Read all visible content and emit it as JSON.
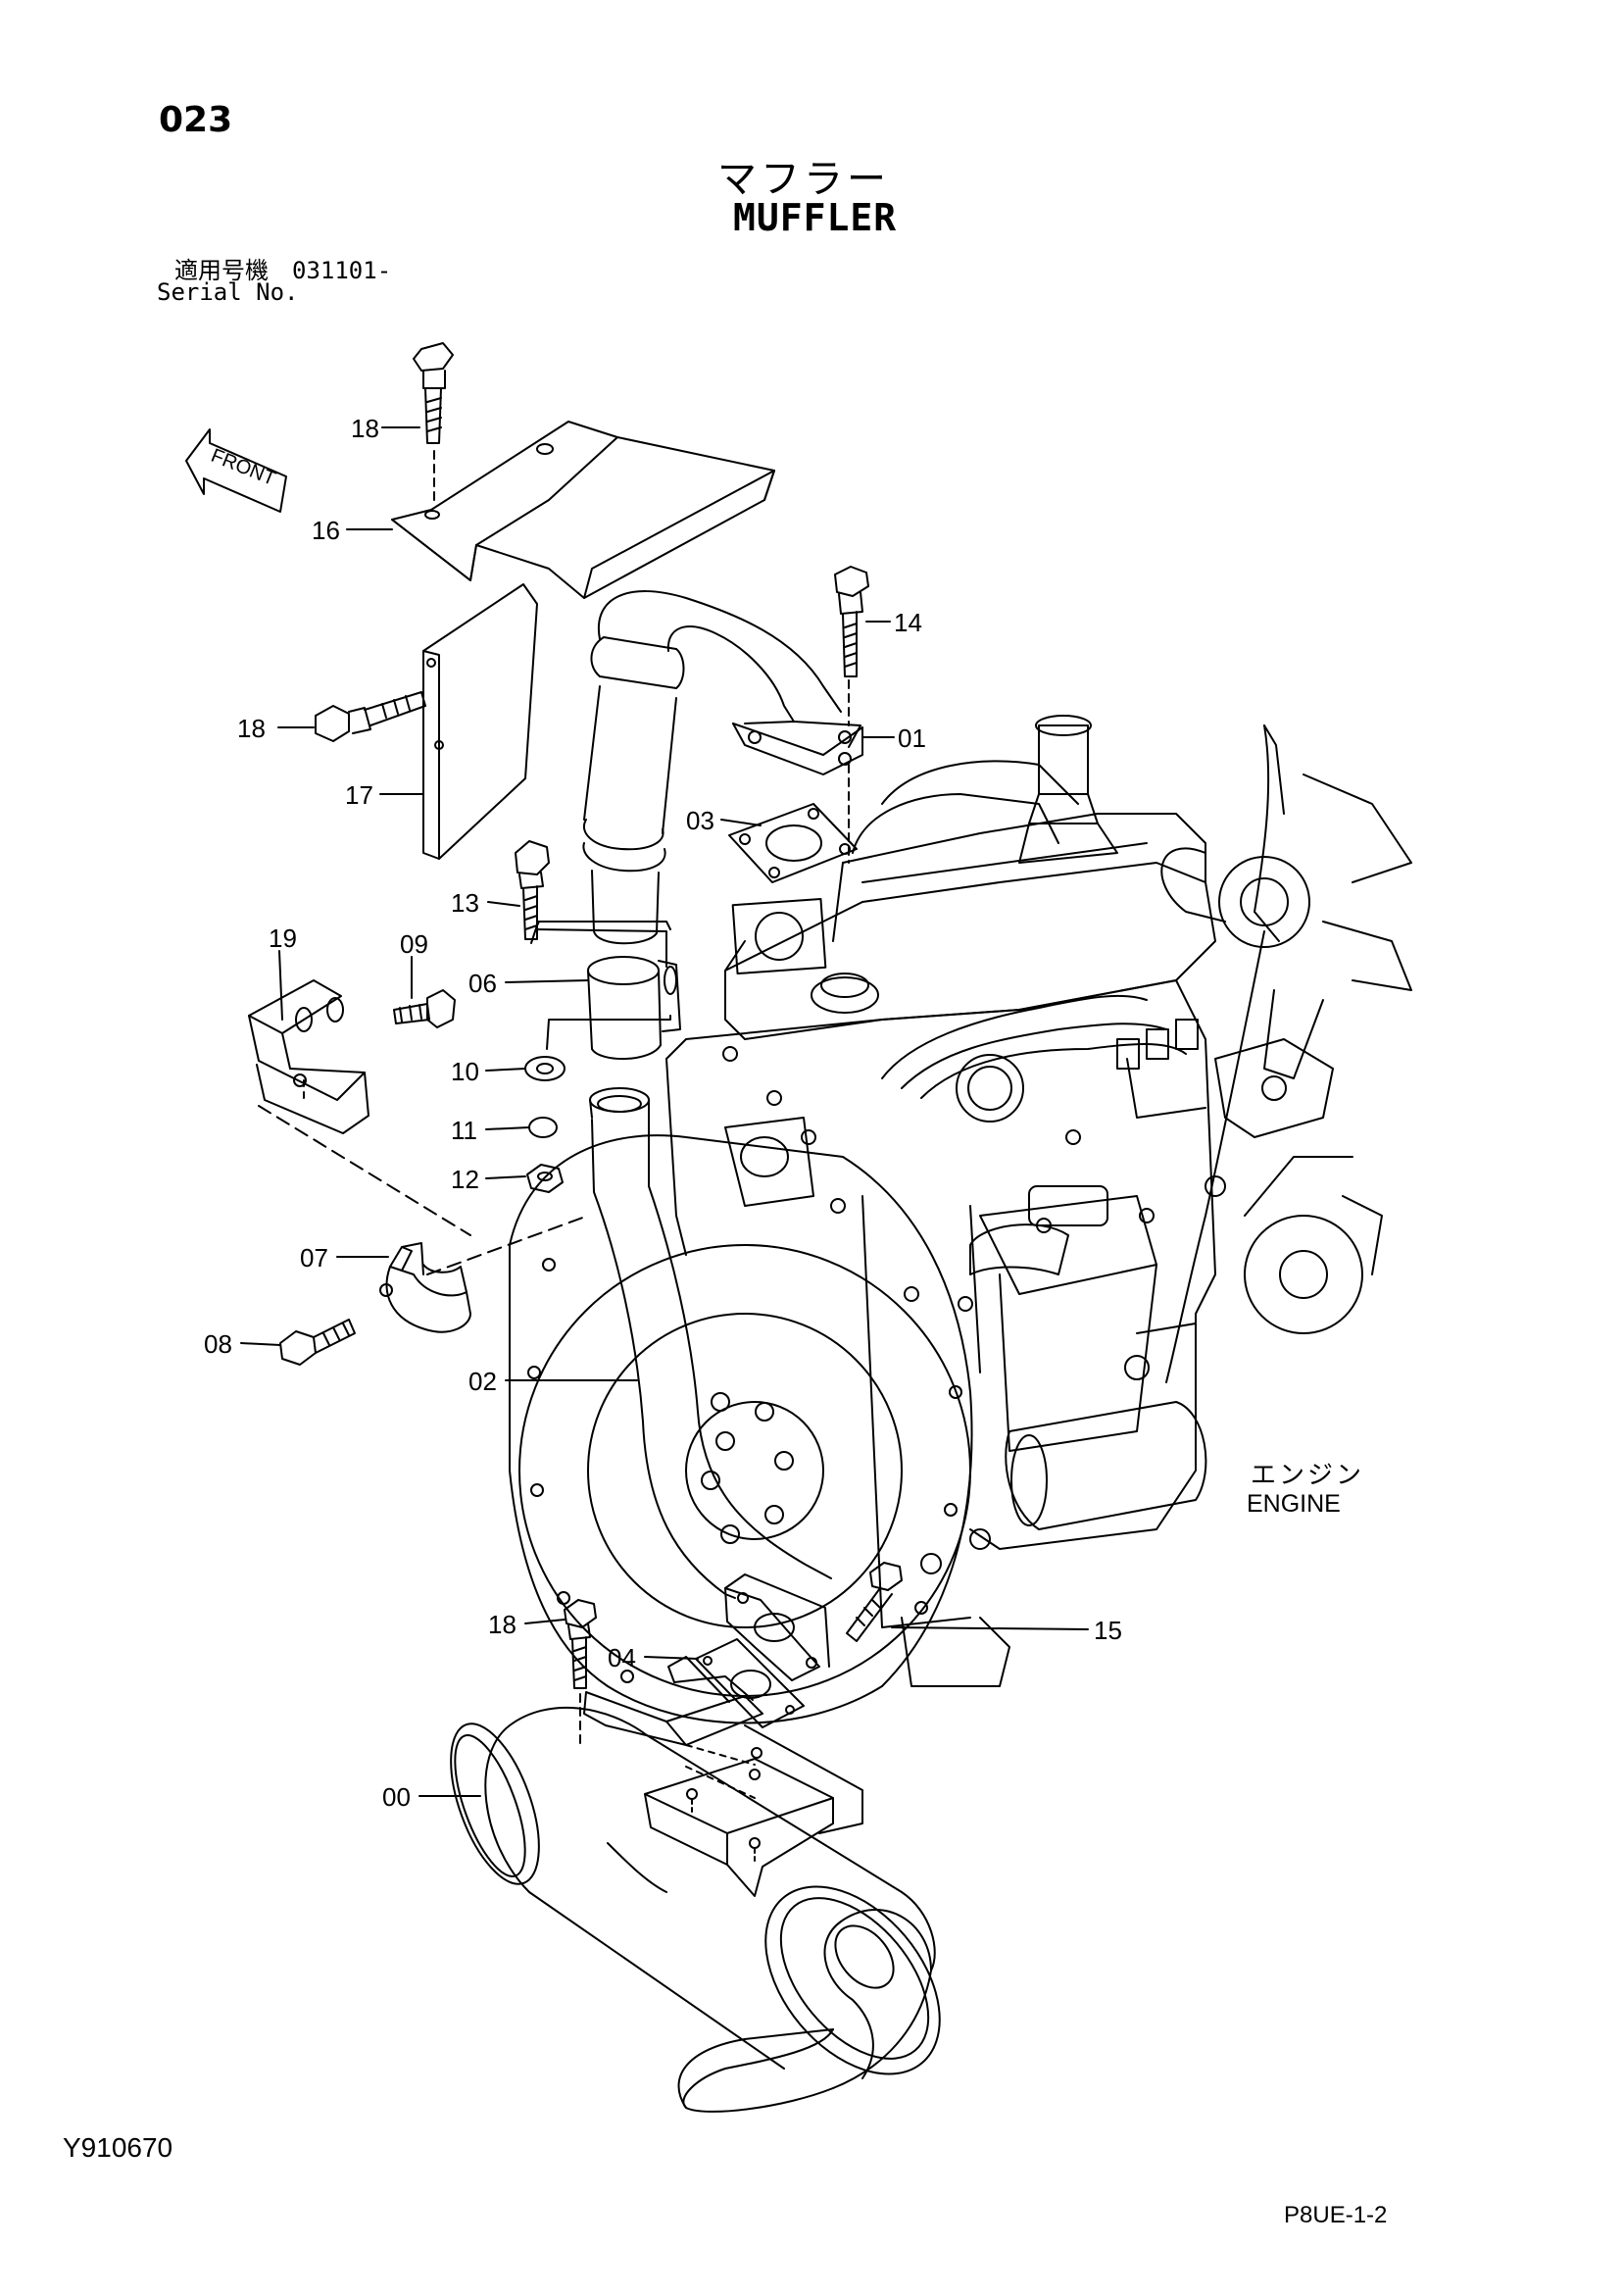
{
  "page_number": "023",
  "title_jp": "マフラー",
  "title_en": "MUFFLER",
  "serial_jp": "適用号機　031101-",
  "serial_en": "Serial No.",
  "front_label": "FRONT",
  "engine_jp": "エンジン",
  "engine_en": "ENGINE",
  "doc_code": "Y910670",
  "page_code": "P8UE-1-2",
  "callouts": [
    "18",
    "16",
    "14",
    "18",
    "01",
    "17",
    "03",
    "13",
    "19",
    "09",
    "06",
    "10",
    "11",
    "12",
    "07",
    "08",
    "02",
    "15",
    "18",
    "04",
    "00"
  ]
}
